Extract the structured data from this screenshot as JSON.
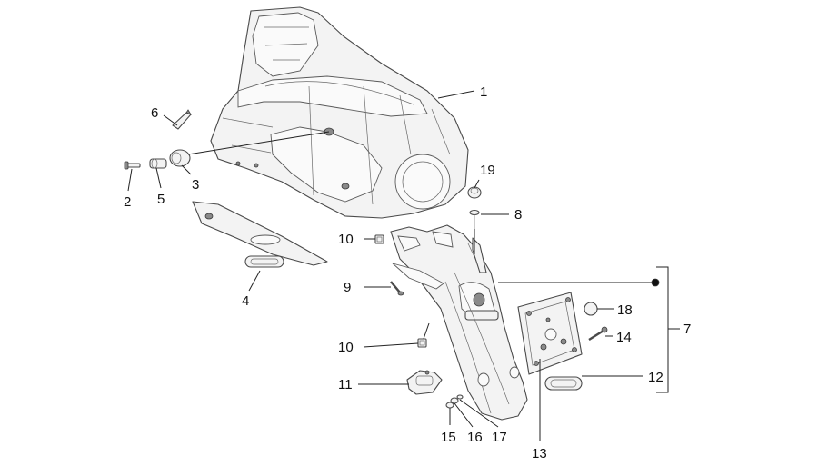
{
  "callouts": [
    {
      "id": "c1",
      "label": "1"
    },
    {
      "id": "c2",
      "label": "2"
    },
    {
      "id": "c3",
      "label": "3"
    },
    {
      "id": "c4",
      "label": "4"
    },
    {
      "id": "c5",
      "label": "5"
    },
    {
      "id": "c6",
      "label": "6"
    },
    {
      "id": "c7",
      "label": "7"
    },
    {
      "id": "c8",
      "label": "8"
    },
    {
      "id": "c9",
      "label": "9"
    },
    {
      "id": "c10a",
      "label": "10"
    },
    {
      "id": "c10b",
      "label": "10"
    },
    {
      "id": "c11",
      "label": "11"
    },
    {
      "id": "c12",
      "label": "12"
    },
    {
      "id": "c13",
      "label": "13"
    },
    {
      "id": "c14",
      "label": "14"
    },
    {
      "id": "c15",
      "label": "15"
    },
    {
      "id": "c16",
      "label": "16"
    },
    {
      "id": "c17",
      "label": "17"
    },
    {
      "id": "c18",
      "label": "18"
    },
    {
      "id": "c19",
      "label": "19"
    }
  ]
}
